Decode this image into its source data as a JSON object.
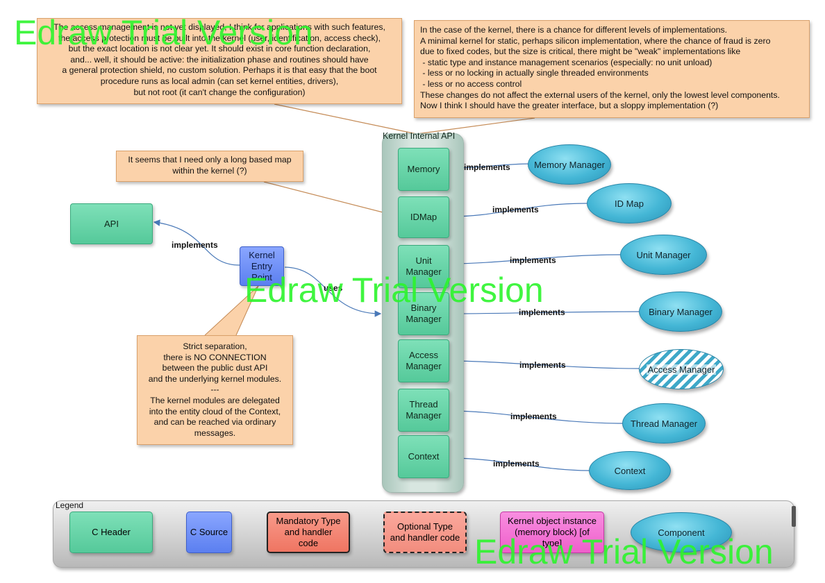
{
  "notes": {
    "access": {
      "lines": [
        "The access management is not yet displayed, I think for applications with such features,",
        "the access protection must be built into the kernel (user, identification, access check),",
        "but the exact location is not clear yet. It should exist in core function declaration,",
        "and... well, it should be active: the initialization phase and routines should have",
        "a general protection shield, no custom solution. Perhaps it is that easy that the boot",
        "procedure runs as local admin (can set kernel entities, drivers),",
        "but not root (it can't change the configuration)"
      ]
    },
    "kernel_levels": {
      "lines": [
        "In the case of the kernel, there is a chance for different levels of implementations.",
        "A minimal kernel for static, perhaps silicon implementation, where the chance of fraud is zero",
        "due to fixed codes, but the size is critical, there might be \"weak\" implementations like",
        " - static type and instance management scenarios (especially: no unit unload)",
        " - less or no locking in actually single threaded environments",
        " - less or no access control",
        "These changes do not affect the external users of the kernel, only the lowest level components.",
        "Now I think I should have the greater interface, but a sloppy implementation (?)"
      ]
    },
    "idmap": {
      "lines": [
        "It seems that I need only a long based map",
        "within the kernel (?)"
      ]
    },
    "separation": {
      "lines": [
        "Strict separation,",
        "there is NO CONNECTION",
        "between the public dust API",
        "and the underlying kernel modules.",
        "---",
        "The kernel modules are delegated",
        "into the entity cloud of the Context,",
        "and can be reached via ordinary",
        "messages."
      ]
    }
  },
  "kernel_api": {
    "title": "Kernel Internal API",
    "headers": [
      {
        "label": "Memory"
      },
      {
        "label": "IDMap"
      },
      {
        "label": "Unit Manager"
      },
      {
        "label": "Binary Manager"
      },
      {
        "label": "Access Manager"
      },
      {
        "label": "Thread Manager"
      },
      {
        "label": "Context"
      }
    ]
  },
  "components": [
    {
      "label": "Memory Manager"
    },
    {
      "label": "ID Map"
    },
    {
      "label": "Unit Manager"
    },
    {
      "label": "Binary Manager"
    },
    {
      "label": "Access Manager"
    },
    {
      "label": "Thread Manager"
    },
    {
      "label": "Context"
    }
  ],
  "edge_labels": {
    "implements": "implements",
    "uses": "uses"
  },
  "api_box": {
    "label": "API"
  },
  "entry_point": {
    "label": "Kernel Entry Point"
  },
  "legend": {
    "title": "Legend",
    "items": [
      {
        "label": "C Header"
      },
      {
        "label": "C Source"
      },
      {
        "label": "Mandatory Type and handler code"
      },
      {
        "label": "Optional Type and handler code"
      },
      {
        "label": "Kernel object instance (memory block) [of type]"
      },
      {
        "label": "Component"
      }
    ]
  },
  "watermark": "Edraw Trial Version",
  "colors": {
    "header": "#5fd3a4",
    "source": "#5b7ff0",
    "mandatory": "#f27f6c",
    "optional": "#f5998c",
    "instance": "#f26ad0",
    "component": "#45b7d6",
    "note": "#fbd2aa",
    "watermark": "#2cf52c"
  }
}
